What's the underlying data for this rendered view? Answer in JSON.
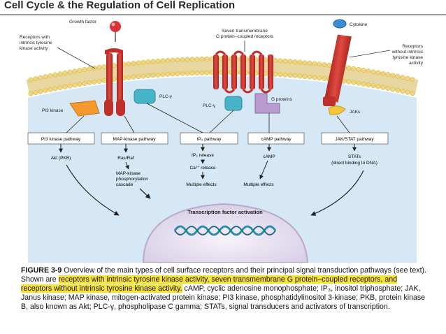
{
  "header": {
    "title": "Cell Cycle & the Regulation of Cell Replication"
  },
  "diagram": {
    "labels": {
      "growth_factor": "Growth factor",
      "receptors_intrinsic": [
        "Receptors with",
        "intrinsic tyrosine",
        "kinase activity"
      ],
      "seven_tm": [
        "Seven transmembrane",
        "G protein–coupled receptors"
      ],
      "cytokine": "Cytokine",
      "receptors_without": [
        "Receptors",
        "without intrinsic",
        "tyrosine kinase",
        "activity"
      ],
      "pi3_kinase": "PI3 kinase",
      "plc_gamma_1": "PLC-γ",
      "plc_gamma_2": "PLC-γ",
      "g_proteins": "G proteins",
      "jaks": "JAKs",
      "transcription_activation": "Transcription factor activation"
    },
    "pathways": [
      {
        "name": "PI3 kinase pathway",
        "steps": [
          "Akt (PKB)"
        ]
      },
      {
        "name": "MAP-kinase pathway",
        "steps": [
          "Ras/Raf",
          "MAP-kinase",
          "phosphorylation",
          "cascade"
        ]
      },
      {
        "name": "IP₃ pathway",
        "steps": [
          "IP₃ release",
          "Ca²⁺ release",
          "Multiple effects"
        ]
      },
      {
        "name": "cAMP pathway",
        "steps": [
          "cAMP",
          "Multiple effects"
        ]
      },
      {
        "name": "JAK/STAT pathway",
        "steps": [
          "STATs",
          "(direct binding to DNA)"
        ]
      }
    ]
  },
  "caption": {
    "figure_label": "FIGURE 3-9",
    "text_before": " Overview of the main types of cell surface receptors and their principal signal transduction pathways (see text). Shown are ",
    "highlight": "receptors with intrinsic tyrosine kinase activity, seven transmembrane G protein–coupled receptors, and receptors without intrinsic tyrosine kinase activity.",
    "text_after": " cAMP, cyclic adenosine monophosphate; IP₃, inositol triphosphate; JAK, Janus kinase; MAP kinase, mitogen-activated protein kinase; PI3 kinase, phosphatidylinositol 3-kinase; PKB, protein kinase B, also known as Akt; PLC-γ, phospholipase C gamma; STATs, signal transducers and activators of transcription."
  },
  "colors": {
    "cytoplasm": "#d6e8f5",
    "membrane_head": "#f0d77a",
    "receptor_red": "#d83a33",
    "g_protein": "#b99ccd",
    "pi3k": "#f39a2e",
    "plc": "#47b3c9",
    "nucleus": "#ece6f2",
    "highlight": "#f7e23a"
  }
}
